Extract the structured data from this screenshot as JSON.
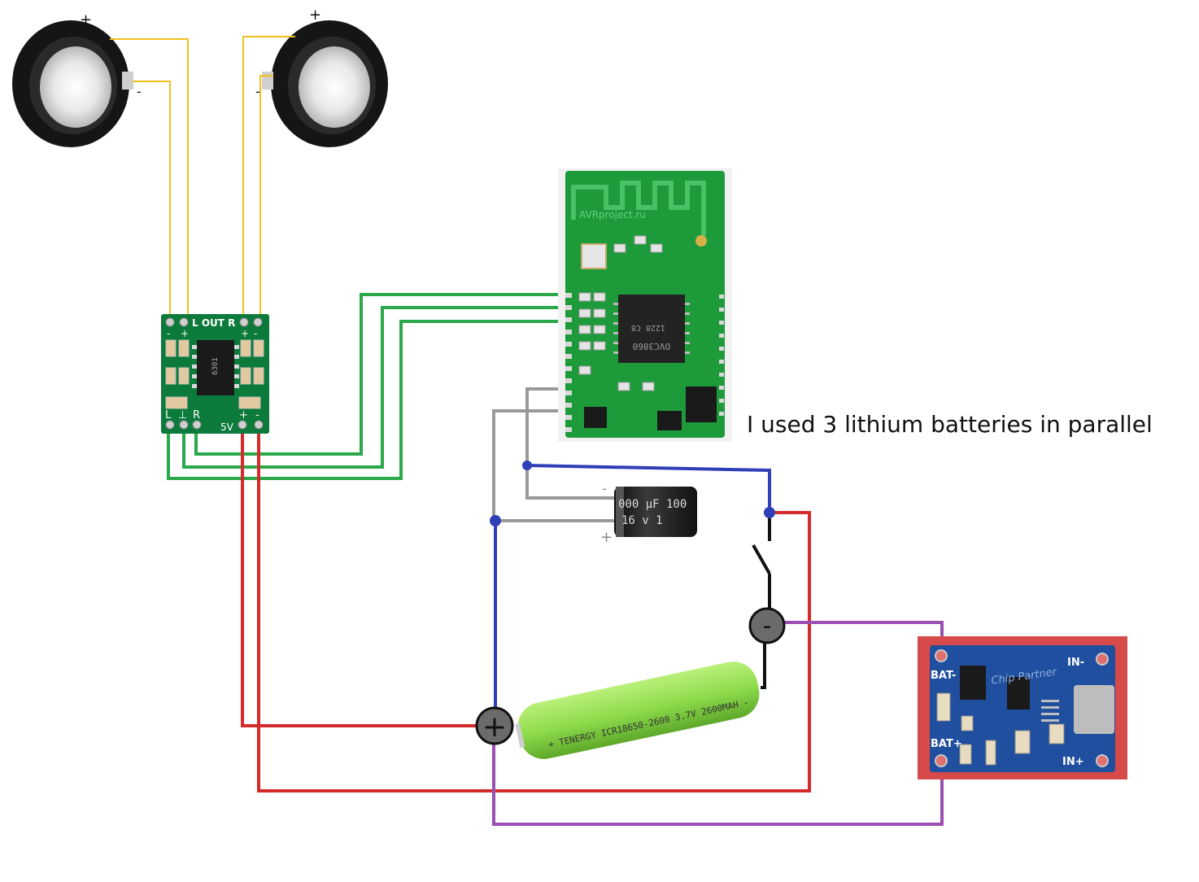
{
  "note": "I used 3 lithium batteries in parallel",
  "speaker_left": {
    "plus": "+",
    "minus": "-"
  },
  "speaker_right": {
    "plus": "+",
    "minus": "-"
  },
  "amplifier": {
    "out_label": "L OUT R",
    "left_label": "L",
    "right_label": "R",
    "ground_label": "⊥",
    "supply_label": "5V",
    "plus": "+",
    "minus": "-",
    "chip_text": "6301"
  },
  "bt_module": {
    "silk": "AVRproject.ru",
    "chip_line1": "1228 C8",
    "chip_line2": "OVC3860"
  },
  "capacitor": {
    "line1": "000 µF 100",
    "line2": "16 v 1",
    "minus": "-",
    "plus": "+"
  },
  "battery": {
    "label": "+ TENERGY ICR18650-2600 3.7V 2600MAH -"
  },
  "junctions": {
    "plus": "+",
    "minus": "-"
  },
  "charger": {
    "bat_minus": "BAT-",
    "bat_plus": "BAT+",
    "in_minus": "IN-",
    "in_plus": "IN+",
    "brand": "Chip Partner"
  },
  "wire_colors": {
    "speaker": "#f0c020",
    "audio": "#2aa84a",
    "ground": "#9a9a9a",
    "negative": "#2f3fb8",
    "positive": "#d42a2a",
    "charger": "#9b4fb3",
    "switch": "#111111"
  }
}
